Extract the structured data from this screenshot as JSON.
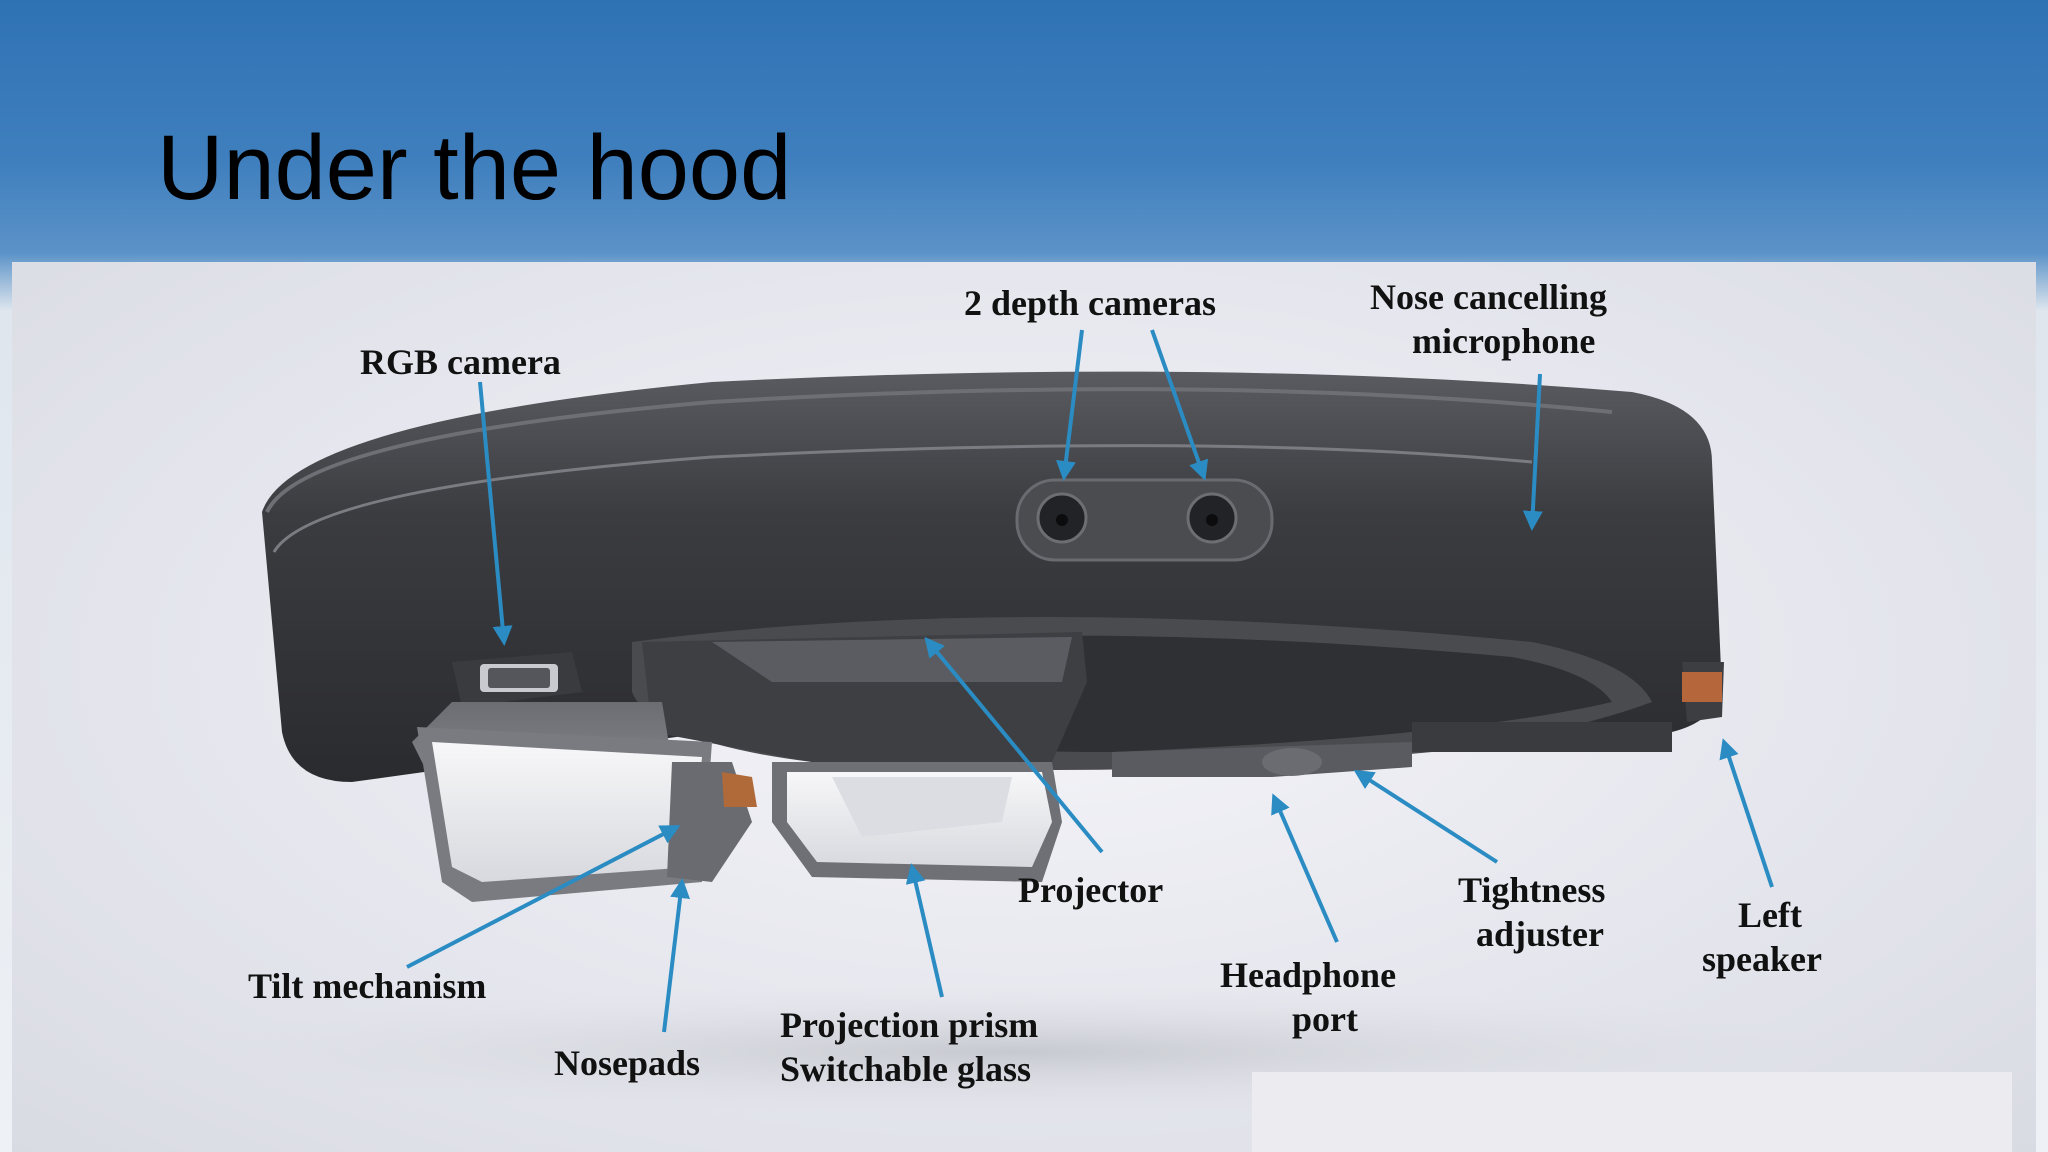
{
  "slide": {
    "title": "Under the hood"
  },
  "diagram": {
    "subject": "headset",
    "arrow_color": "#2a8cc2",
    "labels": {
      "rgb_camera": "RGB camera",
      "depth_cameras": "2 depth cameras",
      "nose_mic_line1": "Nose cancelling",
      "nose_mic_line2": "microphone",
      "projector": "Projector",
      "tightness_line1": "Tightness",
      "tightness_line2": "adjuster",
      "left_speaker_line1": "Left",
      "left_speaker_line2": "speaker",
      "headphone_line1": "Headphone",
      "headphone_line2": "port",
      "tilt": "Tilt mechanism",
      "nosepads": "Nosepads",
      "prism_line1": "Projection prism",
      "prism_line2": "Switchable glass"
    }
  }
}
